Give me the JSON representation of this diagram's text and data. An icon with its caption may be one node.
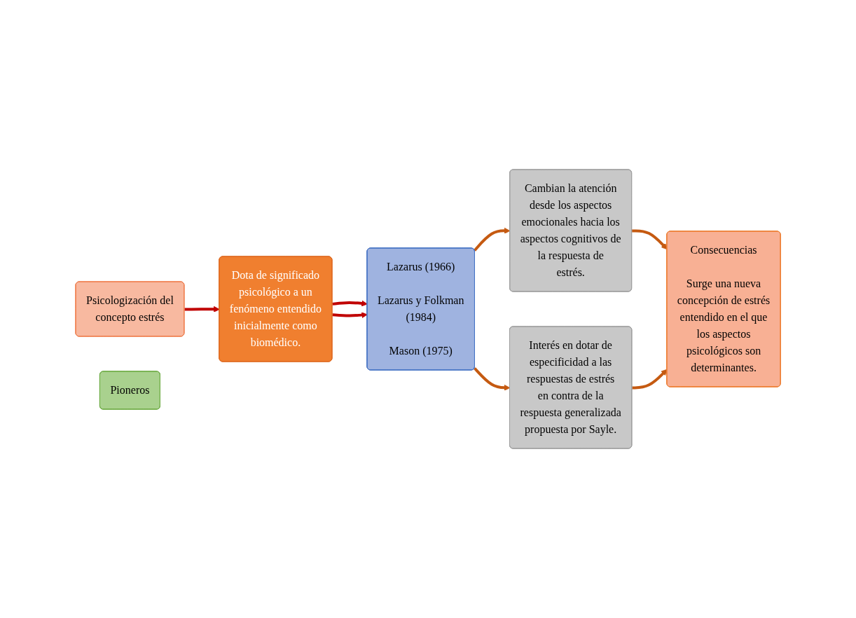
{
  "diagram": {
    "nodes": [
      {
        "text": [
          "Psicologización del concepto estrés"
        ]
      },
      {
        "text": [
          "Dota de significado psicológico a un fenómeno entendido inicialmente como biomédico."
        ]
      },
      {
        "text": [
          "Pioneros"
        ]
      },
      {
        "text": [
          "Lazarus (1966)",
          "Lazarus y Folkman (1984)",
          "Mason (1975)"
        ]
      },
      {
        "text": [
          "Cambian la atención desde los aspectos emocionales hacia los aspectos cognitivos de la respuesta de estrés."
        ]
      },
      {
        "text": [
          "Interés en dotar de especificidad a las respuestas de estrés en contra de la respuesta generalizada propuesta por Sayle."
        ]
      },
      {
        "text": [
          "Consecuencias",
          "Surge una nueva concepción de estrés entendido en el que los aspectos psicológicos son determinantes."
        ]
      }
    ],
    "edges": [
      {
        "from": 0,
        "to": 1,
        "arrow": "to",
        "color": "#c00000"
      },
      {
        "from": 1,
        "to": 3,
        "arrow": "to",
        "color": "#c00000"
      },
      {
        "from": 1,
        "to": 3,
        "arrow": "to",
        "color": "#c00000"
      },
      {
        "from": 3,
        "to": 4,
        "arrow": "to"
      },
      {
        "from": 3,
        "to": 5,
        "arrow": "to"
      },
      {
        "from": 4,
        "to": 6,
        "arrow": "to"
      },
      {
        "from": 5,
        "to": 6,
        "arrow": "to"
      }
    ]
  }
}
